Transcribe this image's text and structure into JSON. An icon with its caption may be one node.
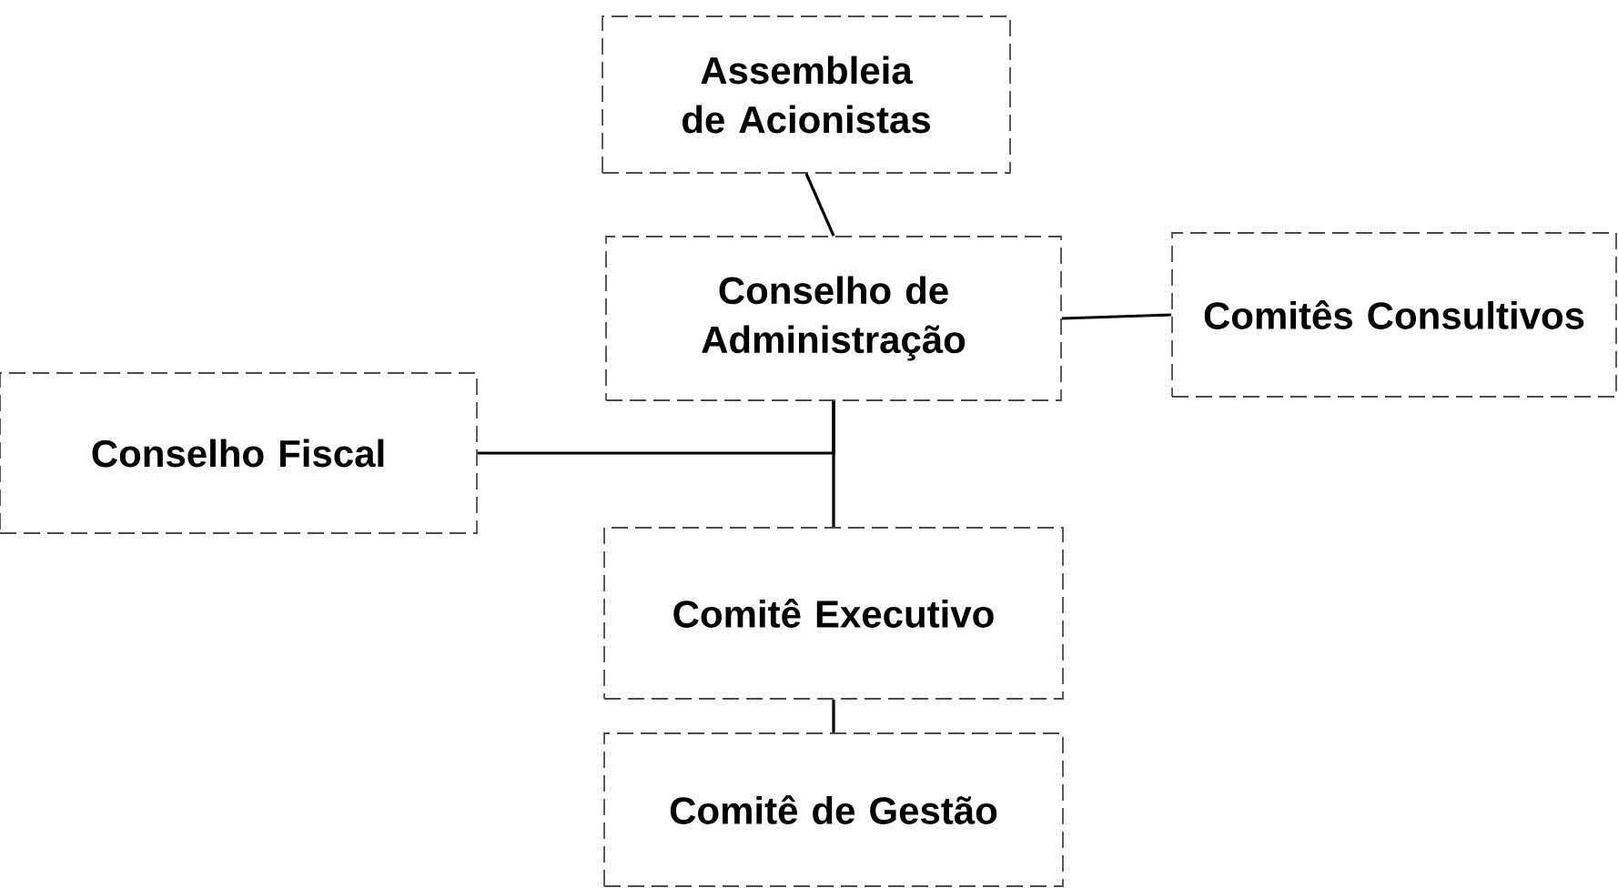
{
  "diagram": {
    "nodes": [
      {
        "text": [
          "Assembleia de Acionistas"
        ]
      },
      {
        "text": [
          "Conselho de Administração"
        ]
      },
      {
        "text": [
          "Comitês Consultivos"
        ]
      },
      {
        "text": [
          "Conselho Fiscal"
        ]
      },
      {
        "text": [
          "Comitê Executivo"
        ]
      },
      {
        "text": [
          "Comitê de Gestão"
        ]
      }
    ],
    "edges": [
      {
        "from": 0,
        "to": 1,
        "arrow": "none"
      },
      {
        "from": 1,
        "to": 2,
        "arrow": "none"
      },
      {
        "from": 3,
        "to": 1,
        "arrow": "none"
      },
      {
        "from": 1,
        "to": 4,
        "arrow": "none"
      },
      {
        "from": 4,
        "to": 5,
        "arrow": "none"
      }
    ]
  }
}
